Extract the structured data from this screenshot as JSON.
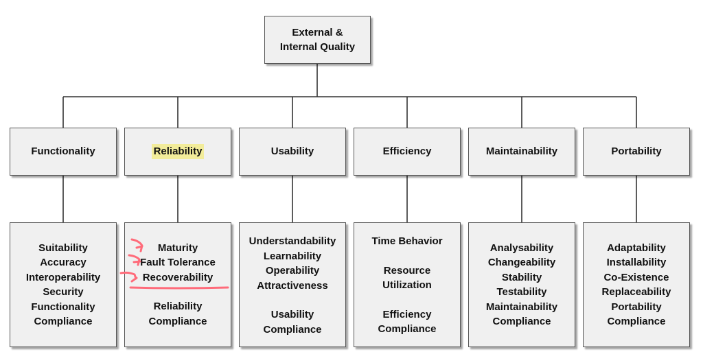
{
  "root": {
    "lines": [
      "External &",
      "Internal Quality"
    ]
  },
  "categories": [
    {
      "label": "Functionality",
      "sub": [
        "Suitability",
        "Accuracy",
        "Interoperability",
        "Security",
        "Functionality",
        "Compliance"
      ]
    },
    {
      "label": "Reliability",
      "sub": [
        "Maturity",
        "Fault Tolerance",
        "Recoverability",
        "",
        "Reliability",
        "Compliance"
      ]
    },
    {
      "label": "Usability",
      "sub": [
        "Understandability",
        "Learnability",
        "Operability",
        "Attractiveness",
        "",
        "Usability",
        "Compliance"
      ]
    },
    {
      "label": "Efficiency",
      "sub": [
        "Time Behavior",
        "",
        "Resource",
        "Utilization",
        "",
        "Efficiency",
        "Compliance"
      ]
    },
    {
      "label": "Maintainability",
      "sub": [
        "Analysability",
        "Changeability",
        "Stability",
        "Testability",
        "Maintainability",
        "Compliance"
      ]
    },
    {
      "label": "Portability",
      "sub": [
        "Adaptability",
        "Installability",
        "Co-Existence",
        "Replaceability",
        "Portability",
        "Compliance"
      ]
    }
  ],
  "colors": {
    "highlight": "#f2ec9a",
    "annotation": "#ff6b7a",
    "box_fill": "#f0f0f0",
    "border": "#555555"
  }
}
